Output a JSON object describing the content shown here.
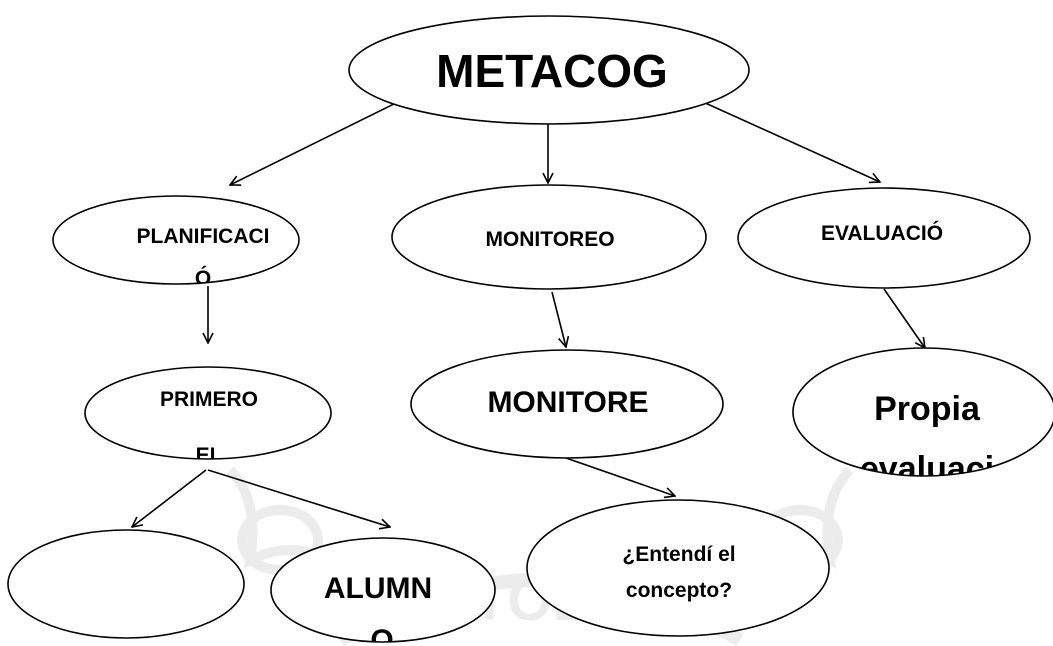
{
  "colors": {
    "line": "#000000",
    "node_fill": "#ffffff",
    "watermark": "#8a8a8a"
  },
  "watermark": {
    "text": "CATÓLICA"
  },
  "nodes": {
    "root": {
      "label": "METACOG"
    },
    "planificacion": {
      "label": "PLANIFICACI",
      "overflow": "Ó"
    },
    "monitoreo": {
      "label": "MONITOREO"
    },
    "evaluacion": {
      "label": "EVALUACIÓ"
    },
    "primero": {
      "label": "PRIMERO",
      "overflow": "EL"
    },
    "monitore": {
      "label": "MONITORE"
    },
    "propia": {
      "label": "Propia",
      "overflow": "evaluaci"
    },
    "empty": {
      "label": ""
    },
    "alumno": {
      "label": "ALUMN",
      "overflow": "O"
    },
    "entendi": {
      "line1": "¿Entendí el",
      "line2": "concepto?"
    }
  }
}
